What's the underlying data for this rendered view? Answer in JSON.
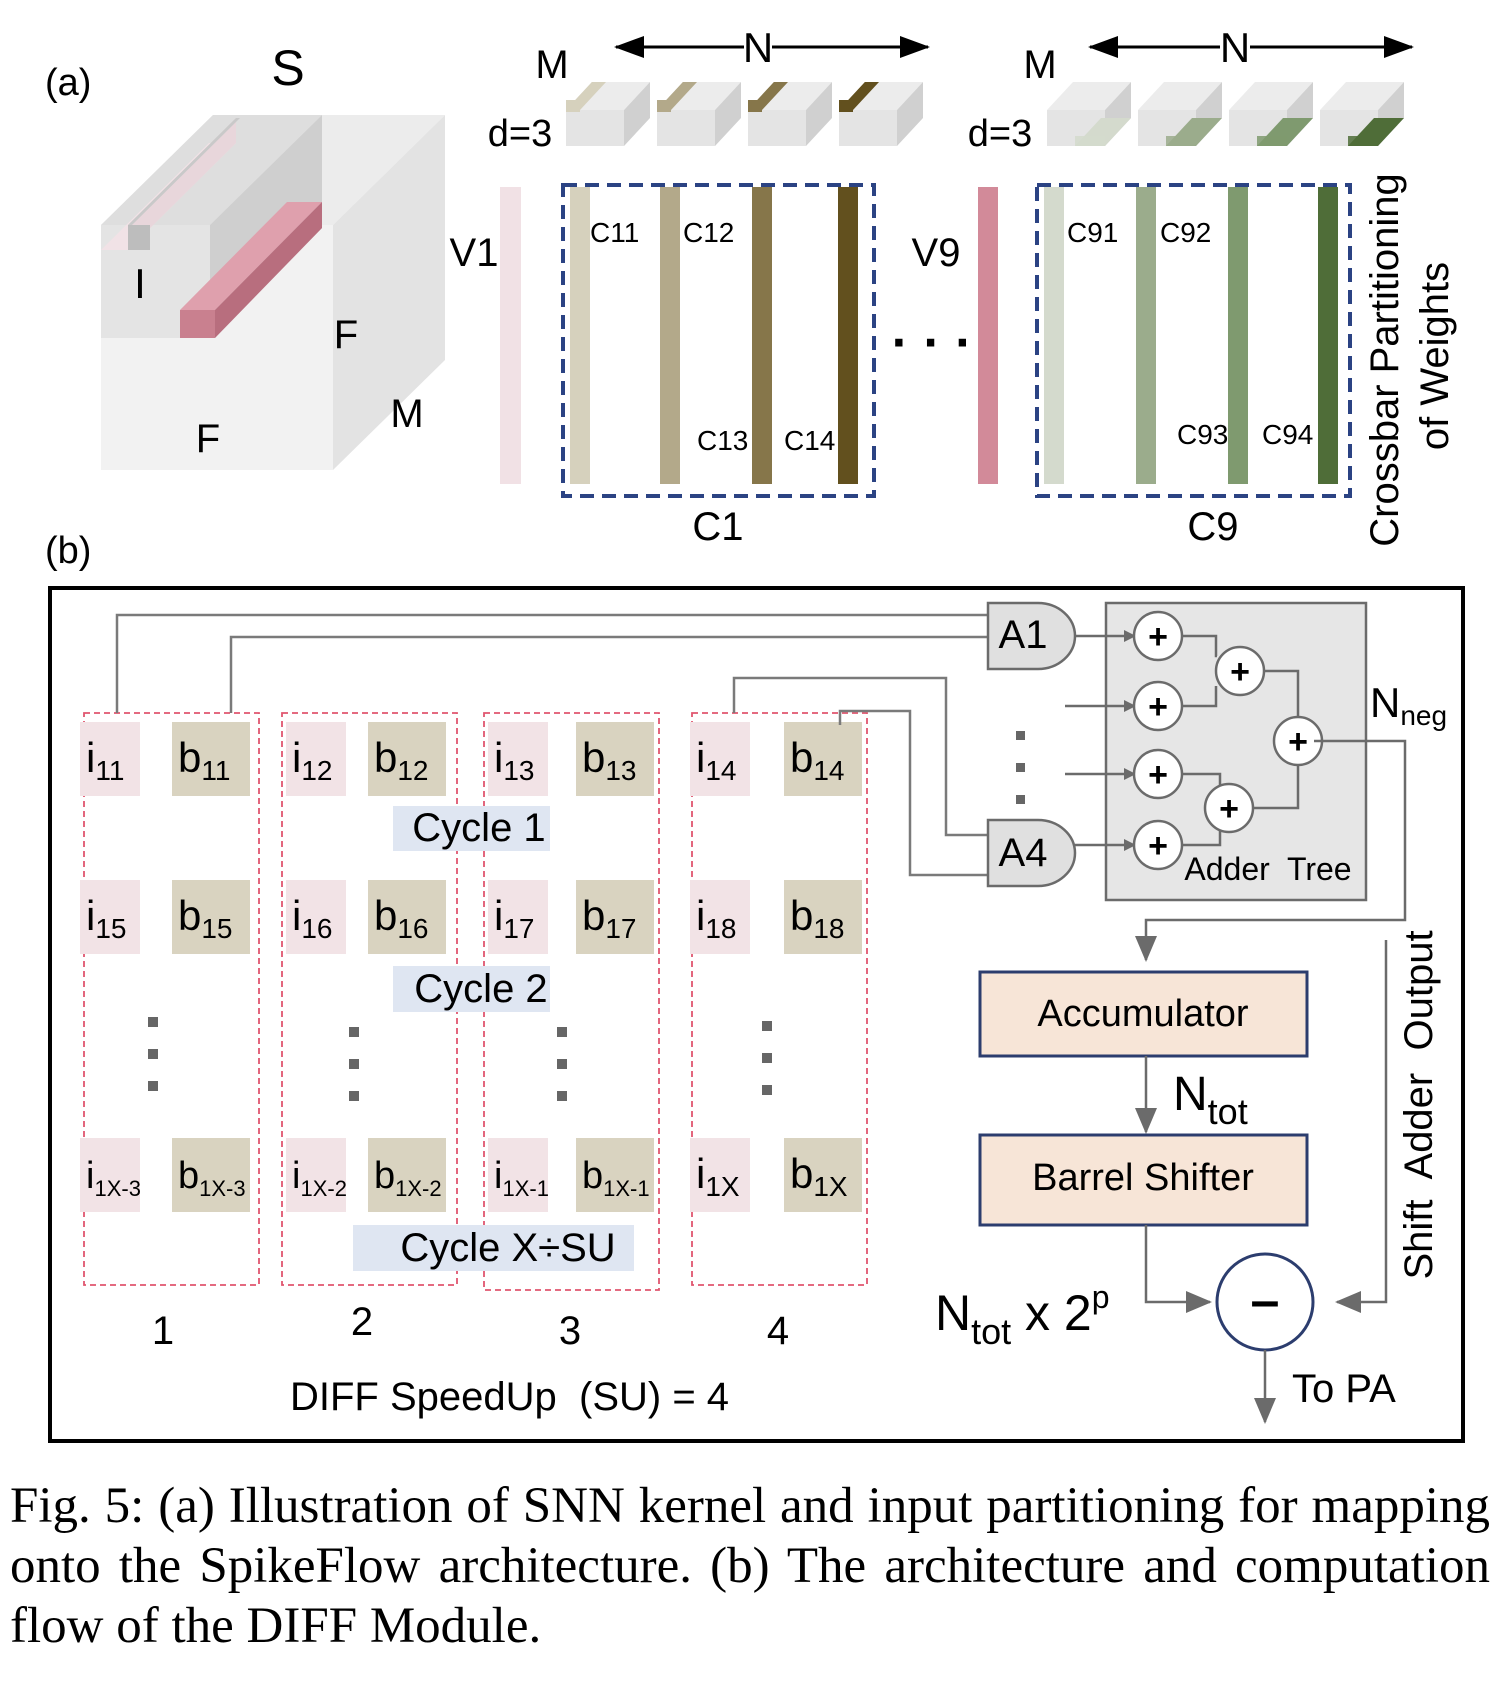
{
  "panel_a": {
    "label": "(a)",
    "cube": {
      "top": "S",
      "i": "I",
      "f_side": "F",
      "f_bottom": "F",
      "m": "M"
    },
    "group1": {
      "m": "M",
      "n": "N",
      "d": "d=3",
      "v": "V1",
      "cols": [
        "C11",
        "C12",
        "C13",
        "C14"
      ],
      "name": "C1",
      "colors": [
        "#d6d1bd",
        "#b3a98a",
        "#86764a",
        "#62501e"
      ]
    },
    "group9": {
      "m": "M",
      "n": "N",
      "d": "d=3",
      "v": "V9",
      "cols": [
        "C91",
        "C92",
        "C93",
        "C94"
      ],
      "name": "C9",
      "colors": [
        "#d4dacd",
        "#9bac8c",
        "#7f9a6f",
        "#4f6d38"
      ]
    },
    "ellipsis": "· · ·",
    "side_title_line1": "Crossbar Partitioning",
    "side_title_line2": "of Weights"
  },
  "panel_b": {
    "label": "(b)",
    "columns": [
      {
        "number": "1",
        "rows": [
          [
            "i",
            "11",
            "b",
            "11"
          ],
          [
            "i",
            "15",
            "b",
            "15"
          ],
          [
            "i",
            "1X-3",
            "b",
            "1X-3"
          ]
        ]
      },
      {
        "number": "2",
        "rows": [
          [
            "i",
            "12",
            "b",
            "12"
          ],
          [
            "i",
            "16",
            "b",
            "16"
          ],
          [
            "i",
            "1X-2",
            "b",
            "1X-2"
          ]
        ]
      },
      {
        "number": "3",
        "rows": [
          [
            "i",
            "13",
            "b",
            "13"
          ],
          [
            "i",
            "17",
            "b",
            "17"
          ],
          [
            "i",
            "1X-1",
            "b",
            "1X-1"
          ]
        ]
      },
      {
        "number": "4",
        "rows": [
          [
            "i",
            "14",
            "b",
            "14"
          ],
          [
            "i",
            "18",
            "b",
            "18"
          ],
          [
            "i",
            "1X",
            "b",
            "1X"
          ]
        ]
      }
    ],
    "cycles": [
      "Cycle 1",
      "Cycle 2",
      "Cycle X÷SU"
    ],
    "speedup": "DIFF SpeedUp  (SU) = 4",
    "and_gates": [
      "A1",
      "A4"
    ],
    "adder_tree_label": "Adder  Tree",
    "n_neg": {
      "base": "N",
      "sub": "neg"
    },
    "accumulator": "Accumulator",
    "barrel_shifter": "Barrel Shifter",
    "n_tot": {
      "base": "N",
      "sub": "tot"
    },
    "n_tot_2p": {
      "base": "N",
      "sub": "tot",
      "mid": " x 2",
      "sup": "p"
    },
    "minus": "–",
    "to_pa": "To PA",
    "shift_adder_output": "Shift  Adder  Output",
    "plus": "+",
    "colors": {
      "i_cell": "#f2e3e6",
      "b_cell": "#d9d3c0",
      "cycle_band": "#dfe6f2",
      "block_fill": "#f7e5d7",
      "block_border": "#2c3d6e",
      "dash_red": "#e0566f",
      "dash_blue": "#2b4383"
    }
  },
  "caption": "Fig. 5: (a) Illustration of SNN kernel and input partitioning for mapping onto the SpikeFlow architecture. (b) The architecture and computation flow of the DIFF Module."
}
